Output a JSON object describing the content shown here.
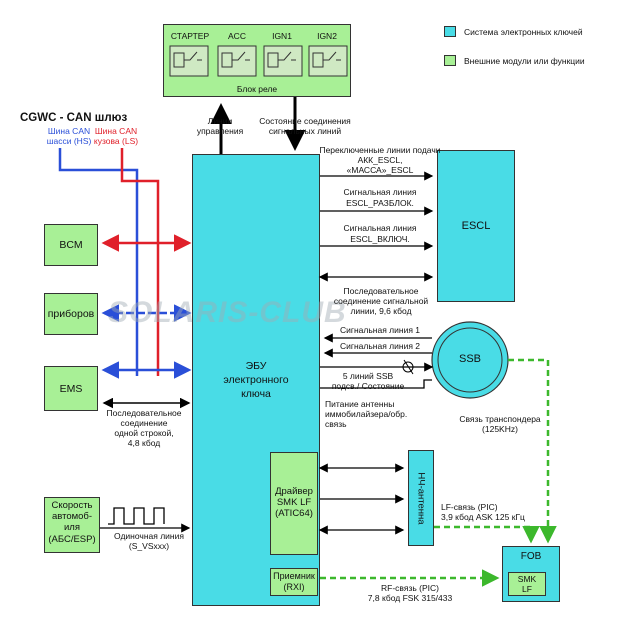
{
  "colors": {
    "system": "#49dce6",
    "external": "#a8f096",
    "hs_bus": "#2a4fd8",
    "ls_bus": "#e0202a",
    "rf_link": "#3cb82c"
  },
  "legend": {
    "system": "Система электронных ключей",
    "external": "Внешние модули или функции"
  },
  "relay": {
    "title": "Блок реле",
    "items": [
      "СТАРТЕР",
      "ACC",
      "IGN1",
      "IGN2"
    ]
  },
  "gateway": {
    "title": "CGWC - CAN шлюз",
    "hs": [
      "Шина CAN",
      "шасси (HS)"
    ],
    "ls": [
      "Шина CAN",
      "кузова (LS)"
    ]
  },
  "modules": {
    "bcm": "BCM",
    "cluster": "приборов",
    "ems": "EMS",
    "speed": [
      "Скорость",
      "автомоб-",
      "иля",
      "(АБС/ESP)"
    ]
  },
  "ecu": {
    "title": [
      "ЭБУ",
      "электронного",
      "ключа"
    ],
    "driver": [
      "Драйвер",
      "SMK LF",
      "(ATIC64)"
    ],
    "receiver": [
      "Приемник",
      "(RXI)"
    ]
  },
  "escl": "ESCL",
  "ssb": "SSB",
  "lf_antenna": "НЧ-антенна",
  "fob": {
    "title": "FOB",
    "inner": [
      "SMK",
      "LF"
    ]
  },
  "watermark": "SOLARIS-CLUB",
  "annotations": {
    "control_lines": [
      "Линии",
      "управления"
    ],
    "relay_status": [
      "Состояние соединения",
      "сигнальных линий"
    ],
    "power_lines": [
      "Переключенные линии подачи",
      "АКК_ESCL,",
      "«МАССА»_ESCL"
    ],
    "escl_unlock": [
      "Сигнальная линия",
      "ESCL_РАЗБЛОК."
    ],
    "escl_lock": [
      "Сигнальная линия",
      "ESCL_ВКЛЮЧ."
    ],
    "escl_serial": [
      "Последовательное",
      "соединение сигнальной",
      "линии, 9,6 кбод"
    ],
    "ssb_sig1": "Сигнальная линия 1",
    "ssb_sig2": "Сигнальная линия 2",
    "ssb_lines": [
      "5 линий SSB",
      "подсв./ Состояние"
    ],
    "antenna_power": [
      "Питание антенны",
      "иммобилайзера/обр.",
      "связь"
    ],
    "transponder": [
      "Связь транспондера",
      "(125KHz)"
    ],
    "ems_serial": [
      "Последовательное",
      "соединение",
      "одной строкой,",
      "4,8 кбод"
    ],
    "single_line": [
      "Одиночная линия",
      "(S_VSxxx)"
    ],
    "lf_link": [
      "LF-связь (PIC)",
      "3,9 кбод ASK 125 кГц"
    ],
    "rf_link": [
      "RF-связь (PIC)",
      "7,8 кбод FSK 315/433"
    ]
  }
}
